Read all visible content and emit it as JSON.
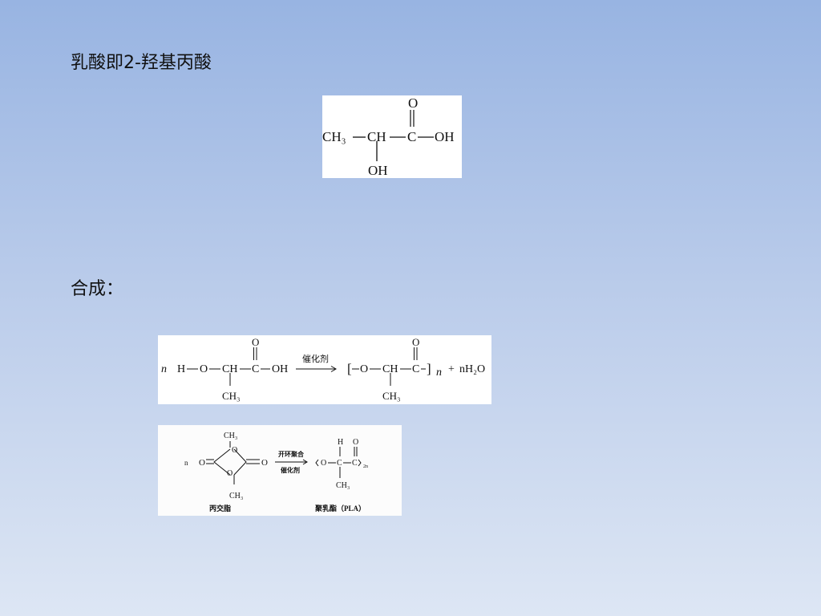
{
  "slide": {
    "heading": "乳酸即2-羟基丙酸",
    "synthesis_label": "合成："
  },
  "structure": {
    "ch3": "CH₃",
    "ch": "CH",
    "c": "C",
    "oh": "OH",
    "o": "O"
  },
  "reaction1": {
    "coef_n": "n",
    "h": "H",
    "o": "O",
    "ch": "CH",
    "c": "C",
    "oh": "OH",
    "ch3": "CH₃",
    "catalyst": "催化剂",
    "bracket_open": "[",
    "bracket_close": "]",
    "subscript_n": "n",
    "plus": "+",
    "water": "nH₂O"
  },
  "reaction2": {
    "coef_n": "n",
    "lactide_name": "丙交脂",
    "arrow_top": "开环聚合",
    "arrow_bottom": "催化剂",
    "product_name": "聚乳酯（PLA）",
    "ch3": "CH₃",
    "h": "H",
    "o": "O",
    "c": "C",
    "subscript": "2n"
  }
}
